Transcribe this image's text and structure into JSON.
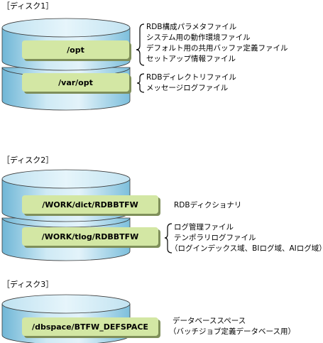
{
  "disk1": {
    "title": "［ディスク1］",
    "path_opt": "/opt",
    "path_var_opt": "/var/opt",
    "opt_files": [
      "RDB構成パラメタファイル",
      "システム用の動作環境ファイル",
      "デフォルト用の共用バッファ定義ファイル",
      "セットアップ情報ファイル"
    ],
    "var_opt_files": [
      "RDBディレクトリファイル",
      "メッセージログファイル"
    ]
  },
  "disk2": {
    "title": "［ディスク2］",
    "path_dict": "/WORK/dict/RDBBTFW",
    "path_tlog": "/WORK/tlog/RDBBTFW",
    "dict_files": [
      "RDBディクショナリ"
    ],
    "tlog_files": [
      "ログ管理ファイル",
      "テンポラリログファイル",
      "（ログインデックス域、BIログ域、AIログ域）"
    ]
  },
  "disk3": {
    "title": "［ディスク3］",
    "path_dbspace": "/dbspace/BTFW_DEFSPACE",
    "dbspace_files": [
      "データベーススペース",
      "（バッチジョブ定義データベース用）"
    ]
  },
  "colors": {
    "cylinder_light": "#d6eef7",
    "cylinder_mid": "#a9d6ea",
    "cylinder_dark": "#6fb6d6",
    "pill_fill": "#d3e7a4",
    "pill_shadow": "#7f8f5a",
    "outline": "#3b3b3b"
  }
}
